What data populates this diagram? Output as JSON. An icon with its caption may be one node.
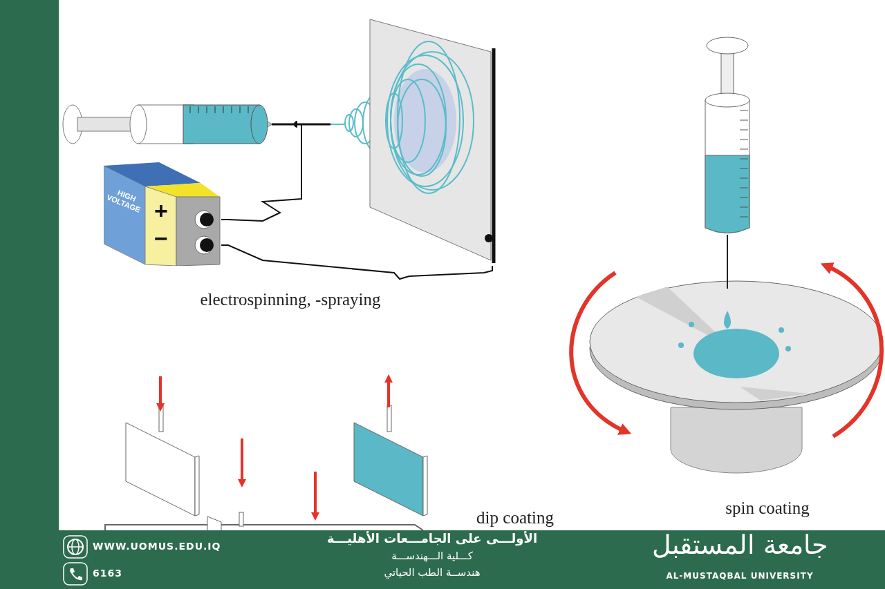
{
  "diagram": {
    "nodes": [
      {
        "text": [
          "HIGH VOLTAGE",
          "+",
          "−"
        ]
      },
      {
        "text": [],
        "shape": "picture"
      },
      {
        "text": [],
        "shape": "picture"
      }
    ],
    "edges": [
      {
        "from": 0,
        "to": 1,
        "arrow": "none"
      },
      {
        "from": 0,
        "to": 2,
        "arrow": "none"
      }
    ],
    "labels": [
      "electrospinning, -spraying",
      "dip coating",
      "spin coating",
      "WWW.UOMUS.EDU.IQ",
      "6163",
      "الأولـــى على الجامـــعات الأهليـــة",
      "كـــلية الـــهندســـة",
      "هندســة الطب الحياتي",
      "جامعة المستقبل",
      "AL-MUSTAQBAL UNIVERSITY"
    ]
  }
}
